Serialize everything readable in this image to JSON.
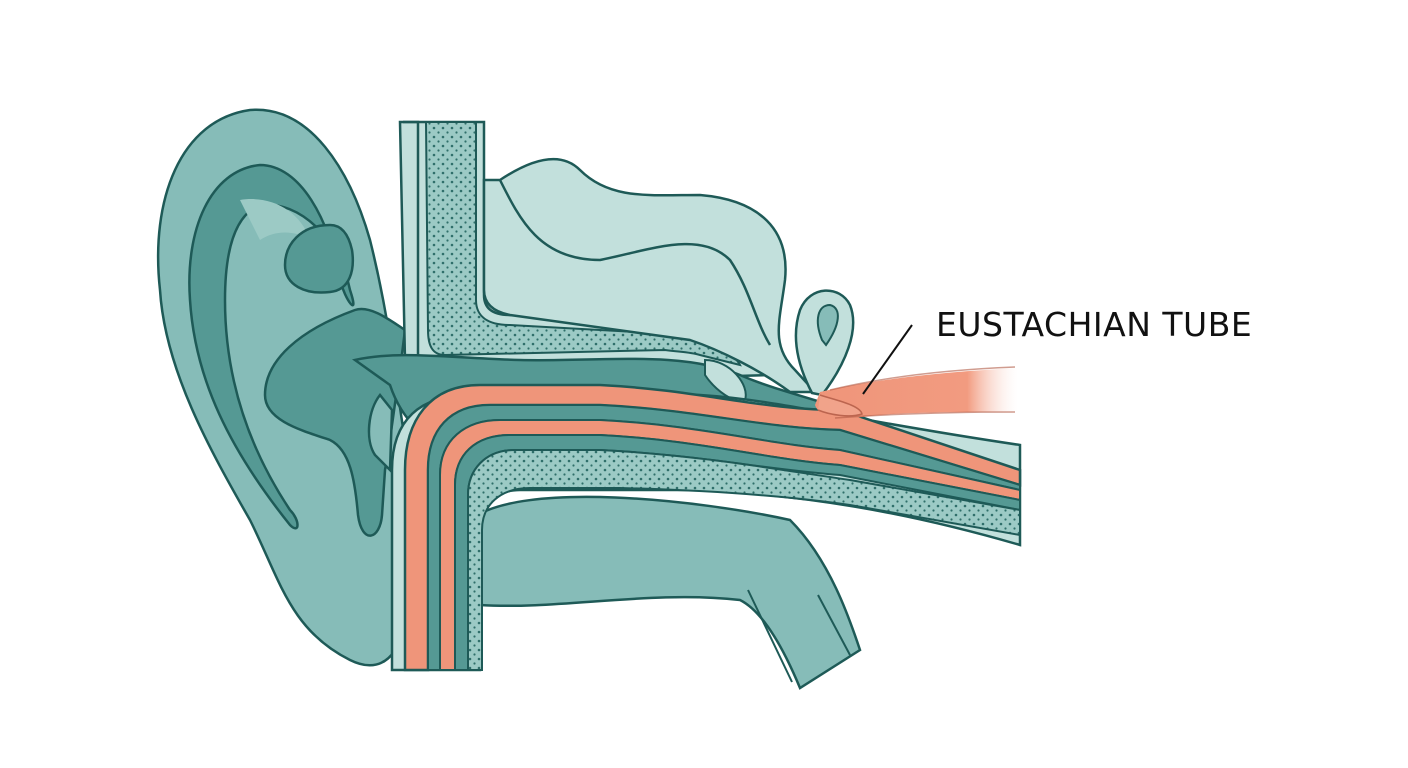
{
  "diagram": {
    "subject": "ear anatomy cross-section",
    "labels": [
      {
        "text": "EUSTACHIAN TUBE",
        "points_to": "eustachian-tube"
      }
    ]
  },
  "colors": {
    "outline": "#1e5a57",
    "teal_light": "#86bcb8",
    "teal_mid": "#559994",
    "teal_pale": "#c2e0dc",
    "teal_dotted_bg": "#9ccac5",
    "salmon": "#ef957a",
    "background": "#ffffff",
    "label": "#111111"
  }
}
